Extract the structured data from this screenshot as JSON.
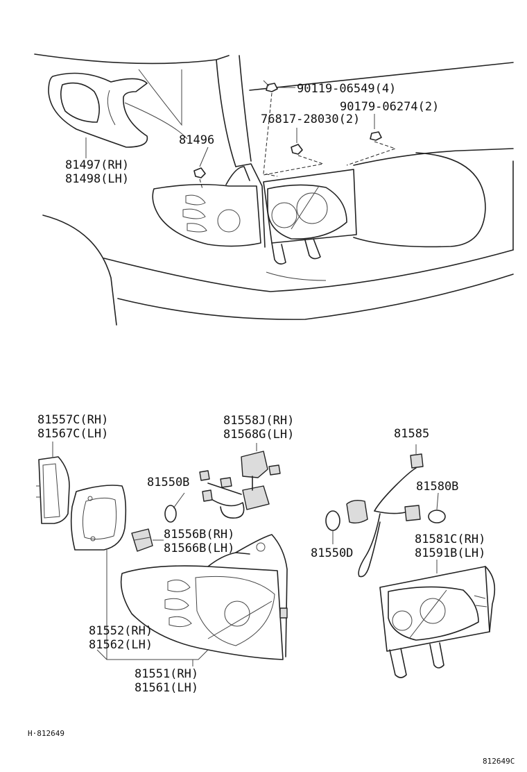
{
  "upper_labels": {
    "bolt": "90119-06549(4)",
    "nut": "90179-06274(2)",
    "clip": "76817-28030(2)",
    "clip2": "81496",
    "reflector_rh": "81497(RH)",
    "reflector_lh": "81498(LH)"
  },
  "lower_labels": {
    "lens_rh": "81557C(RH)",
    "lens_lh": "81567C(LH)",
    "wire_rh": "81558J(RH)",
    "wire_lh": "81568G(LH)",
    "socket_wire": "81585",
    "bulb_b": "81550B",
    "bulb_580": "81580B",
    "socket_rh": "81556B(RH)",
    "socket_lh": "81566B(LH)",
    "bulb_d": "81550D",
    "lamp_r_rh": "81581C(RH)",
    "lamp_r_lh": "81591B(LH)",
    "gasket_rh": "81552(RH)",
    "gasket_lh": "81562(LH)",
    "lamp_rh": "81551(RH)",
    "lamp_lh": "81561(LH)"
  },
  "footer": {
    "left_ref": "H·812649",
    "right_ref": "812649C"
  }
}
